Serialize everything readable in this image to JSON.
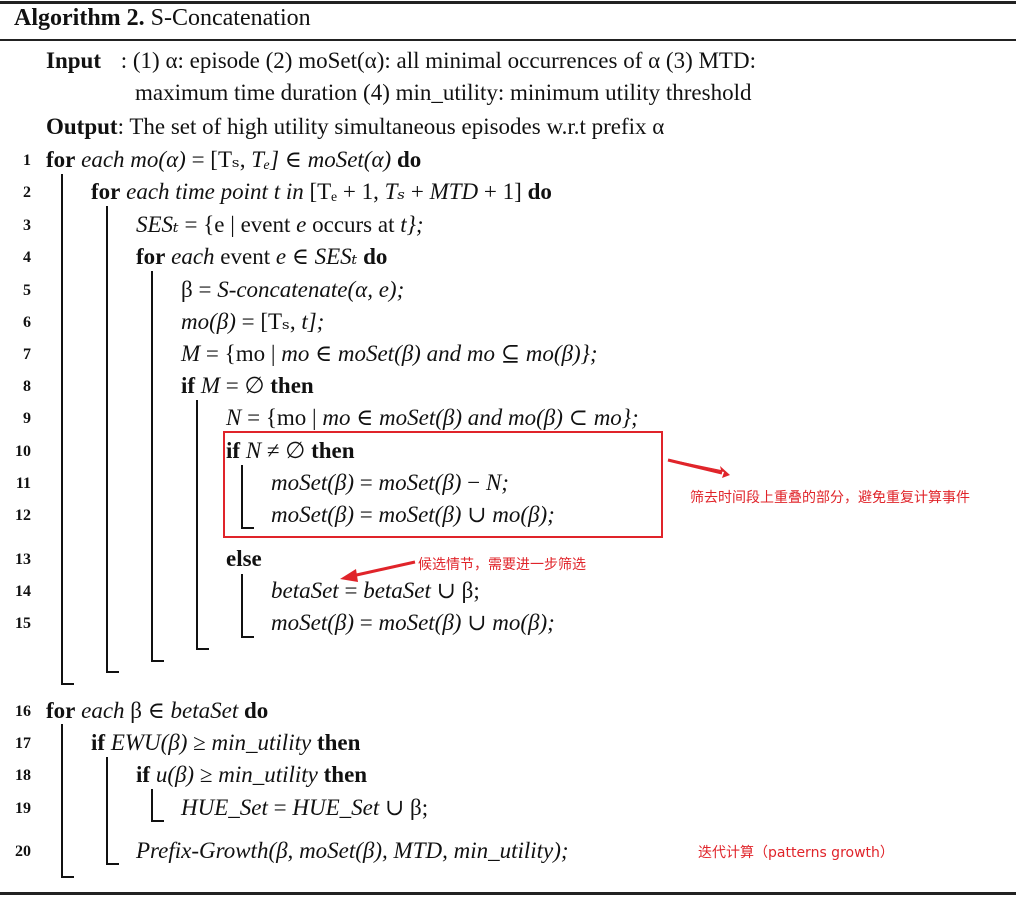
{
  "title": {
    "prefix": "Algorithm 2.",
    "name": "S-Concatenation"
  },
  "input": {
    "label": "Input",
    "line1": ": (1) α: episode (2) moSet(α): all minimal occurrences of α (3) MTD:",
    "line2": "maximum time duration (4) min_utility: minimum utility threshold"
  },
  "output": {
    "label": "Output",
    "text": ": The set of high utility simultaneous episodes w.r.t prefix α"
  },
  "lines": [
    {
      "n": "1",
      "text": "for each mo(α) = [Tₛ, Tₑ]  ∈ moSet(α) do"
    },
    {
      "n": "2",
      "text": "for each time point t in [Tₑ + 1, Tₛ + MTD + 1] do"
    },
    {
      "n": "3",
      "text": "SESₜ = {e | event e occurs at t};"
    },
    {
      "n": "4",
      "text": "for each event e ∈ SESₜ do"
    },
    {
      "n": "5",
      "text": "β = S-concatenate(α, e);"
    },
    {
      "n": "6",
      "text": "mo(β) = [Tₛ, t];"
    },
    {
      "n": "7",
      "text": "M = {mo | mo ∈ moSet(β) and mo ⊆ mo(β)};"
    },
    {
      "n": "8",
      "text": "if M = ∅ then"
    },
    {
      "n": "9",
      "text": "N = {mo | mo ∈ moSet(β) and mo(β) ⊂ mo};"
    },
    {
      "n": "10",
      "text": "if N ≠ ∅ then"
    },
    {
      "n": "11",
      "text": "moSet(β) = moSet(β) − N;"
    },
    {
      "n": "12",
      "text": "moSet(β) = moSet(β) ∪ mo(β);"
    },
    {
      "n": "13",
      "text": "else"
    },
    {
      "n": "14",
      "text": "betaSet = betaSet ∪ β;"
    },
    {
      "n": "15",
      "text": "moSet(β) = moSet(β) ∪ mo(β);"
    },
    {
      "n": "16",
      "text": "for each β ∈ betaSet do"
    },
    {
      "n": "17",
      "text": "if EWU(β) ≥ min_utility then"
    },
    {
      "n": "18",
      "text": "if u(β) ≥ min_utility then"
    },
    {
      "n": "19",
      "text": "HUE_Set = HUE_Set ∪ β;"
    },
    {
      "n": "20",
      "text": "Prefix-Growth(β, moSet(β), MTD, min_utility);"
    }
  ],
  "annotations": {
    "dedupe": "筛去时间段上重叠的部分，避免重复计算事件",
    "candidate": "候选情节，需要进一步筛选",
    "iterate": "迭代计算（patterns growth）"
  },
  "colors": {
    "annotation": "#e0242a",
    "rule": "#222222"
  }
}
